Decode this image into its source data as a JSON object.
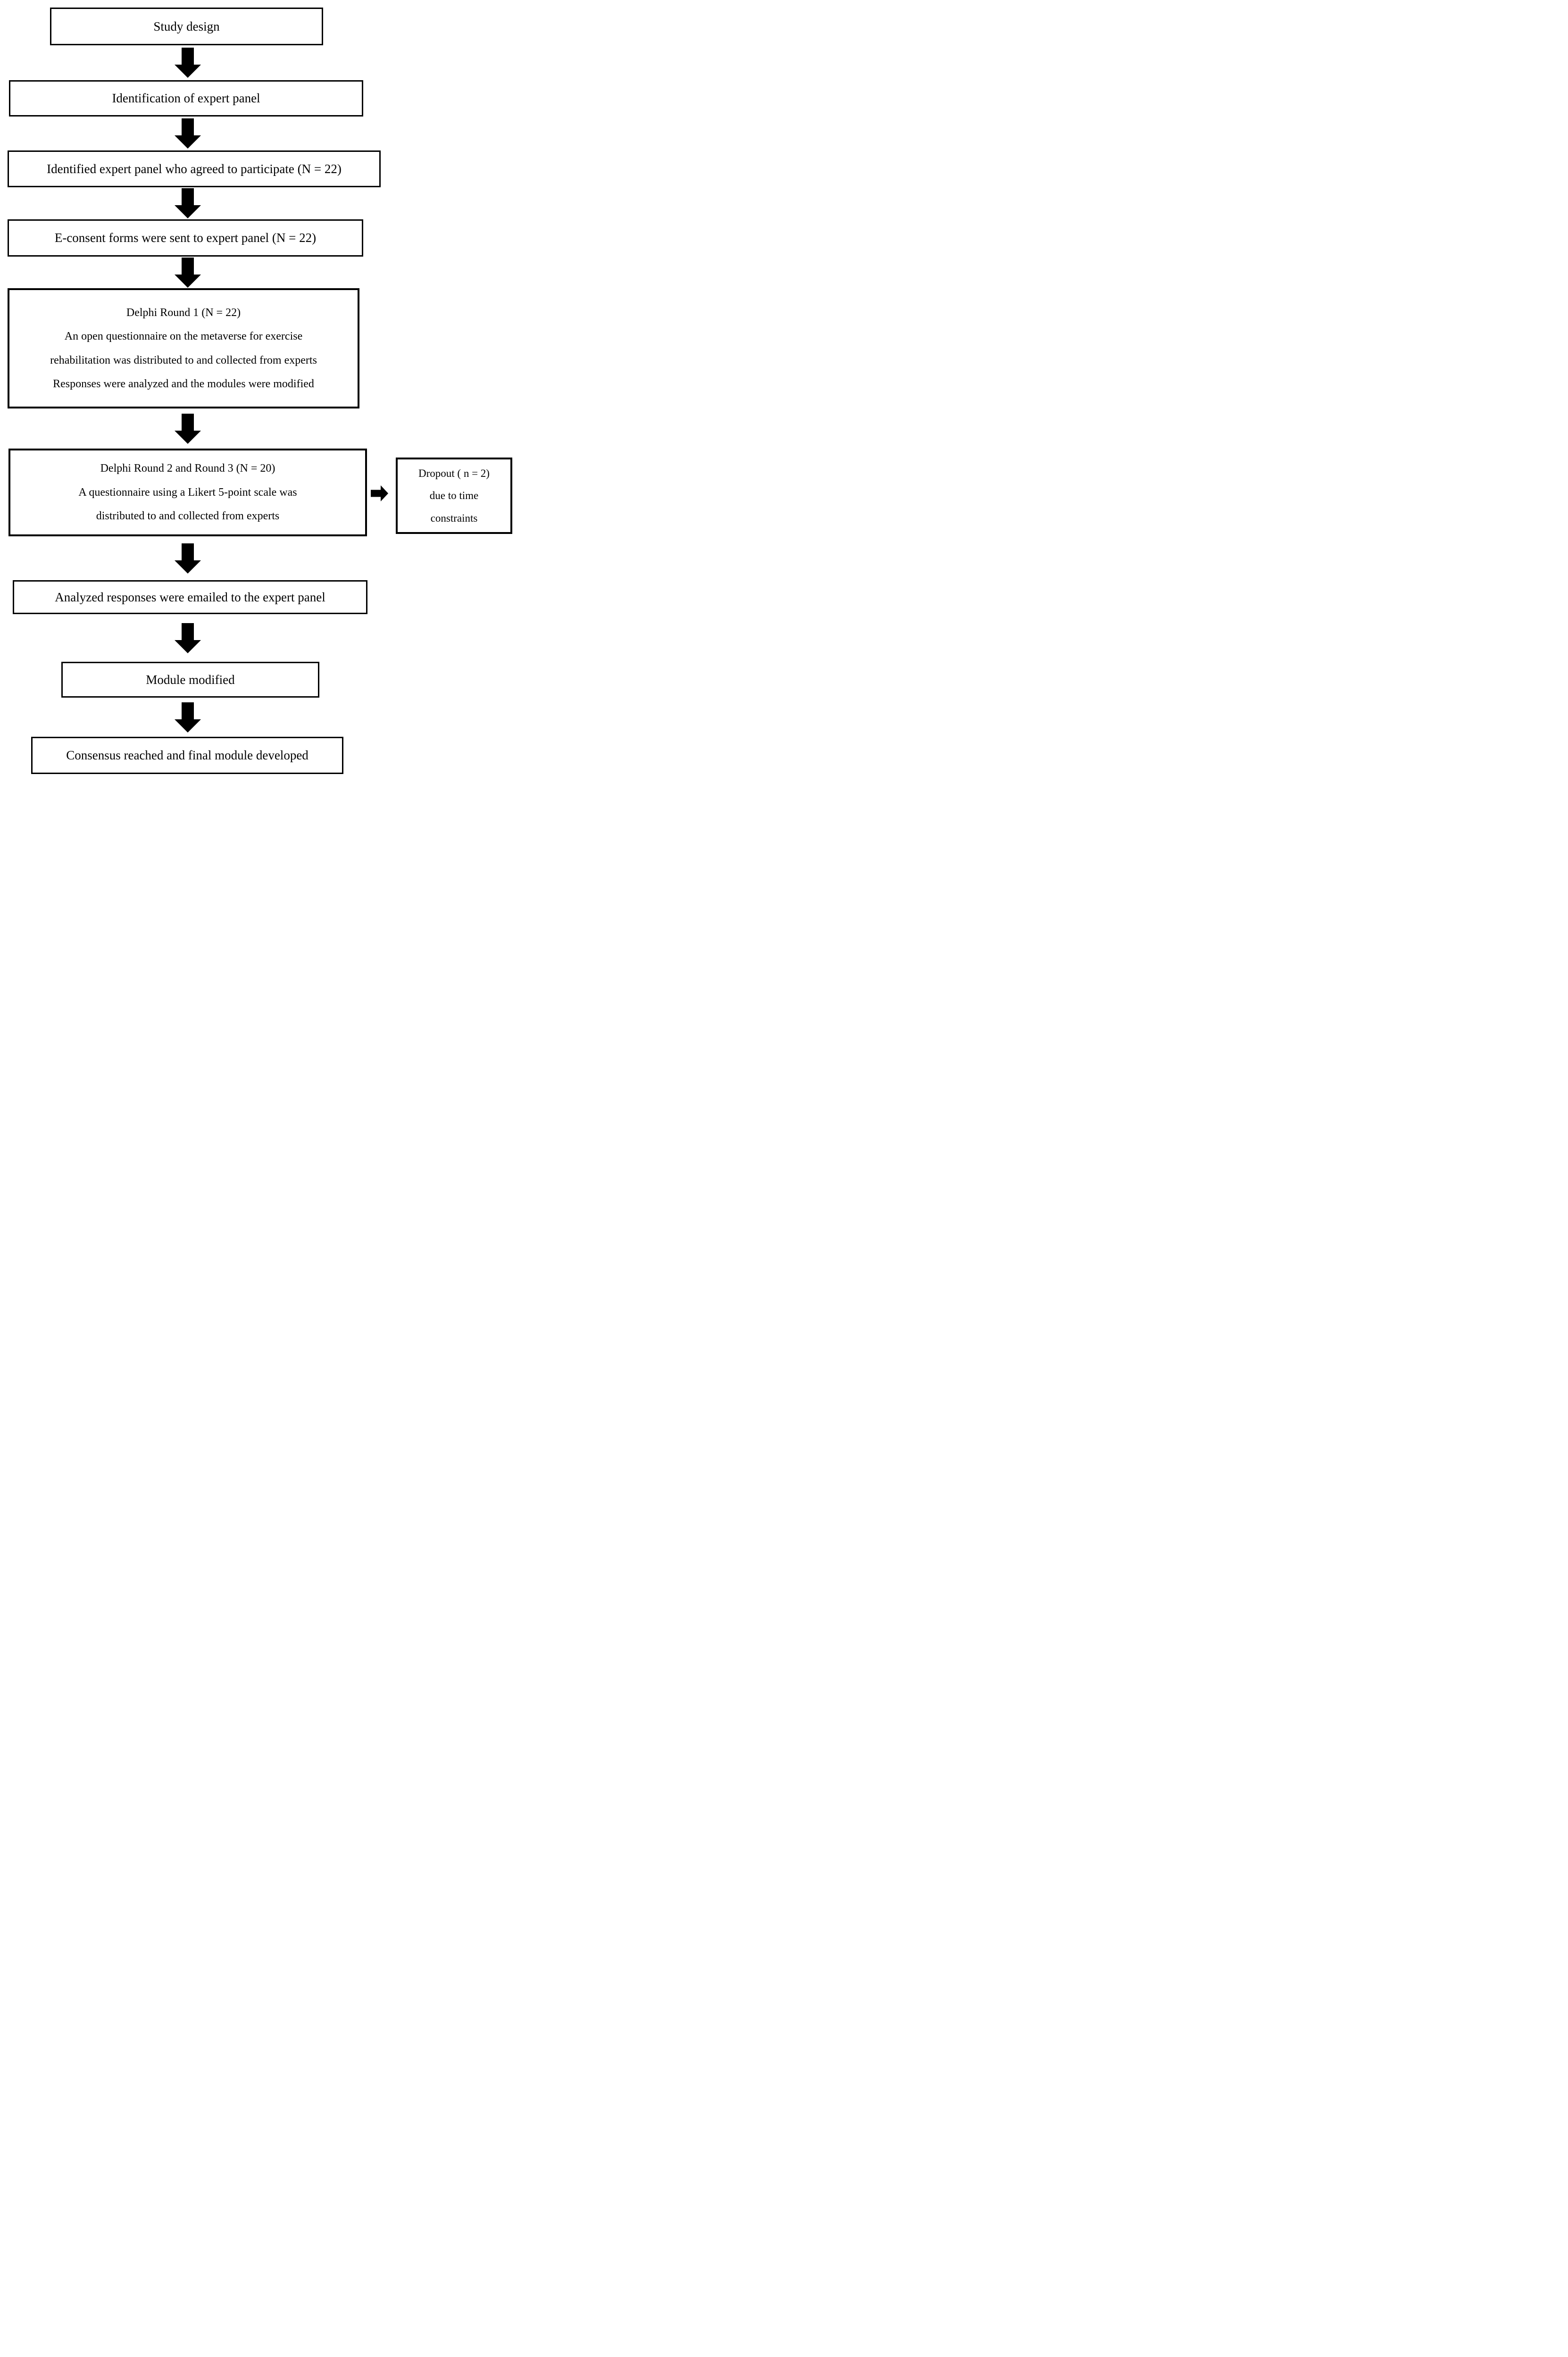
{
  "figure": {
    "title": "Delphi study flow diagram",
    "colors": {
      "ink": "#000000",
      "paper": "#ffffff"
    }
  },
  "flowchart": {
    "nodes": {
      "study_design": {
        "label": "Study design"
      },
      "identification": {
        "label": "Identification of expert panel"
      },
      "agreed": {
        "label": "Identified expert panel who agreed to participate (N = 22)"
      },
      "econsent": {
        "label": "E-consent forms were sent to expert panel (N = 22)"
      },
      "round1": {
        "lines": [
          "Delphi Round 1 (N = 22)",
          "An open questionnaire on the metaverse for exercise",
          "rehabilitation was distributed to and collected from experts",
          "Responses were analyzed and the modules were modified"
        ]
      },
      "round23": {
        "lines": [
          "Delphi Round 2 and Round 3 (N = 20)",
          "A questionnaire using a Likert 5-point scale was",
          "distributed to and collected from experts"
        ]
      },
      "dropout": {
        "lines": [
          "Dropout ( n = 2)",
          "due to time",
          "constraints"
        ]
      },
      "analyzed": {
        "label": "Analyzed responses were emailed to the expert panel"
      },
      "module_modified": {
        "label": "Module modified"
      },
      "consensus": {
        "label": "Consensus reached and final module developed"
      }
    }
  }
}
